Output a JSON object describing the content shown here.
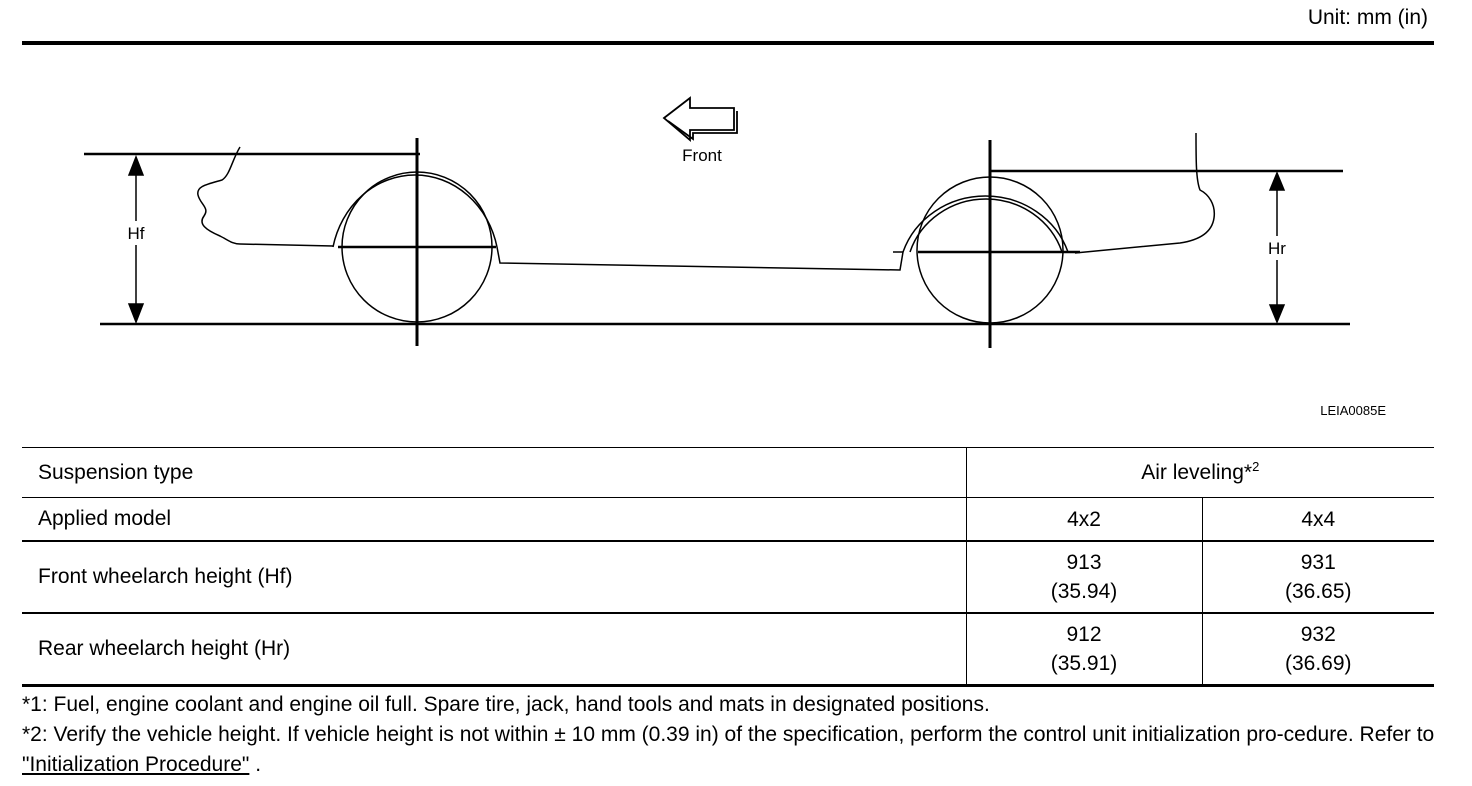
{
  "header": {
    "unit_label": "Unit: mm (in)"
  },
  "diagram": {
    "direction_label": "Front",
    "front_height_label": "Hf",
    "rear_height_label": "Hr",
    "figure_code": "LEIA0085E"
  },
  "table": {
    "suspension_type_label": "Suspension type",
    "suspension_type_value": "Air leveling*",
    "suspension_type_note": "2",
    "applied_model_label": "Applied model",
    "models": [
      "4x2",
      "4x4"
    ],
    "rows": [
      {
        "label": "Front wheelarch height (Hf)",
        "values": [
          {
            "mm": "913",
            "in": "(35.94)"
          },
          {
            "mm": "931",
            "in": "(36.65)"
          }
        ]
      },
      {
        "label": "Rear wheelarch height (Hr)",
        "values": [
          {
            "mm": "912",
            "in": "(35.91)"
          },
          {
            "mm": "932",
            "in": "(36.69)"
          }
        ]
      }
    ]
  },
  "notes": {
    "note1": "*1: Fuel, engine coolant and engine oil full. Spare tire, jack, hand tools and mats in designated positions.",
    "note2_text": "*2: Verify the vehicle height. If vehicle height is not within ± 10 mm (0.39 in) of the specification, perform the control unit initialization pro-cedure. Refer to ",
    "note2_link": "\"Initialization Procedure\"",
    "note2_end": " ."
  }
}
